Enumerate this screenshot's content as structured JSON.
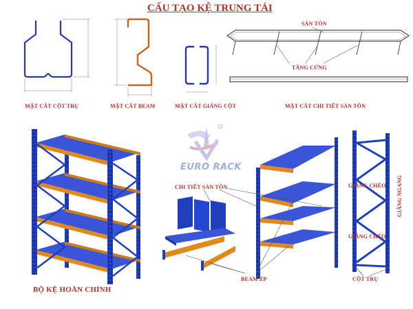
{
  "title": "CẤU TẠO KỆ TRUNG TẢI",
  "cross_sections": {
    "column": "MẶT CẮT  CỘT TRỤ",
    "beam": "MẶT CẮT  BEAM",
    "brace": "MẶT CẮT  GIẰNG CỘT",
    "deck_detail": "MẶT CẮT CHI TIẾT SÀN TÔN"
  },
  "deck": {
    "top_label": "SÀN TÔN",
    "stiffener_label": "TĂNG CỨNG"
  },
  "assembly": {
    "complete_rack": "BỘ KỆ HOÀN CHỈNH",
    "deck_detail": "CHI TIẾT SÀN TÔN",
    "beam_zp": "BEAM ZP",
    "column": "CỘT TRỤ",
    "diagonal_brace_1": "GIẰNG CHÉO",
    "diagonal_brace_2": "GIẰNG CHÉO",
    "horizontal_brace": "GIẰNG NGANG"
  },
  "logo": {
    "text": "EURO RACK",
    "registered": "®"
  },
  "colors": {
    "upright_blue": "#1f3fbf",
    "beam_orange": "#e08a1e",
    "label_red": "#b0302a",
    "profile_blue": "#2a35b0",
    "profile_orange": "#c8641e"
  }
}
